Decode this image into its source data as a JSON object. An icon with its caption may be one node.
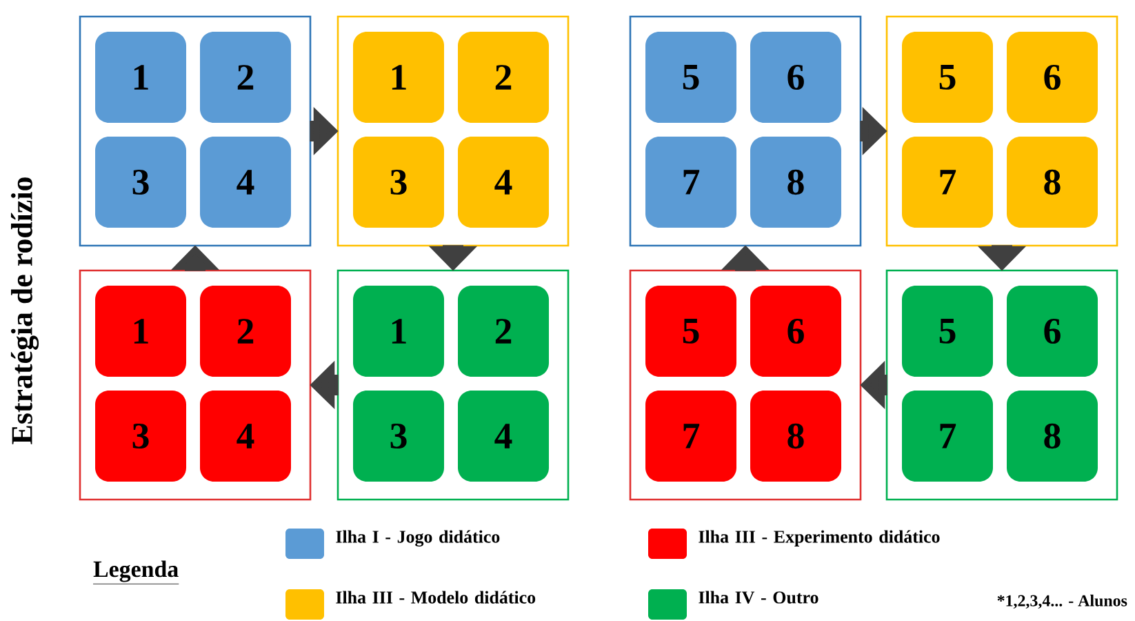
{
  "diagram": {
    "nodes": [
      {
        "text": [],
        "shape": "box"
      },
      {
        "text": [
          "1"
        ],
        "in": 0
      },
      {
        "text": [
          "2"
        ],
        "in": 0
      },
      {
        "text": [
          "3"
        ],
        "in": 0
      },
      {
        "text": [
          "4"
        ],
        "in": 0
      },
      {
        "text": [],
        "shape": "box"
      },
      {
        "text": [
          "1"
        ],
        "in": 5
      },
      {
        "text": [
          "2"
        ],
        "in": 5
      },
      {
        "text": [
          "3"
        ],
        "in": 5
      },
      {
        "text": [
          "4"
        ],
        "in": 5
      },
      {
        "text": [],
        "shape": "box"
      },
      {
        "text": [
          "1"
        ],
        "in": 10
      },
      {
        "text": [
          "2"
        ],
        "in": 10
      },
      {
        "text": [
          "3"
        ],
        "in": 10
      },
      {
        "text": [
          "4"
        ],
        "in": 10
      },
      {
        "text": [],
        "shape": "box"
      },
      {
        "text": [
          "1"
        ],
        "in": 15
      },
      {
        "text": [
          "2"
        ],
        "in": 15
      },
      {
        "text": [
          "3"
        ],
        "in": 15
      },
      {
        "text": [
          "4"
        ],
        "in": 15
      },
      {
        "text": [],
        "shape": "box"
      },
      {
        "text": [
          "5"
        ],
        "in": 20
      },
      {
        "text": [
          "6"
        ],
        "in": 20
      },
      {
        "text": [
          "7"
        ],
        "in": 20
      },
      {
        "text": [
          "8"
        ],
        "in": 20
      },
      {
        "text": [],
        "shape": "box"
      },
      {
        "text": [
          "5"
        ],
        "in": 25
      },
      {
        "text": [
          "6"
        ],
        "in": 25
      },
      {
        "text": [
          "7"
        ],
        "in": 25
      },
      {
        "text": [
          "8"
        ],
        "in": 25
      },
      {
        "text": [],
        "shape": "box"
      },
      {
        "text": [
          "5"
        ],
        "in": 30
      },
      {
        "text": [
          "6"
        ],
        "in": 30
      },
      {
        "text": [
          "7"
        ],
        "in": 30
      },
      {
        "text": [
          "8"
        ],
        "in": 30
      },
      {
        "text": [],
        "shape": "box"
      },
      {
        "text": [
          "5"
        ],
        "in": 35
      },
      {
        "text": [
          "6"
        ],
        "in": 35
      },
      {
        "text": [
          "7"
        ],
        "in": 35
      },
      {
        "text": [
          "8"
        ],
        "in": 35
      }
    ],
    "edges": [
      {
        "from": 0,
        "to": 5,
        "arrow": "to"
      },
      {
        "from": 5,
        "to": 10,
        "arrow": "to"
      },
      {
        "from": 10,
        "to": 15,
        "arrow": "to"
      },
      {
        "from": 15,
        "to": 0,
        "arrow": "to"
      },
      {
        "from": 20,
        "to": 25,
        "arrow": "to"
      },
      {
        "from": 25,
        "to": 30,
        "arrow": "to"
      },
      {
        "from": 30,
        "to": 35,
        "arrow": "to"
      },
      {
        "from": 35,
        "to": 20,
        "arrow": "to"
      }
    ],
    "labels": [
      "Estratégia de rodízio",
      "Legenda",
      "*1,2,3,4... - Alunos"
    ],
    "legend": [
      {
        "text": "Ilha I - Jogo didático",
        "color": "#5b9bd5"
      },
      {
        "text": "Ilha III - Experimento didático",
        "color": "#ff0000"
      },
      {
        "text": "Ilha III - Modelo didático",
        "color": "#ffc000"
      },
      {
        "text": "Ilha IV - Outro",
        "color": "#00b050"
      }
    ]
  }
}
